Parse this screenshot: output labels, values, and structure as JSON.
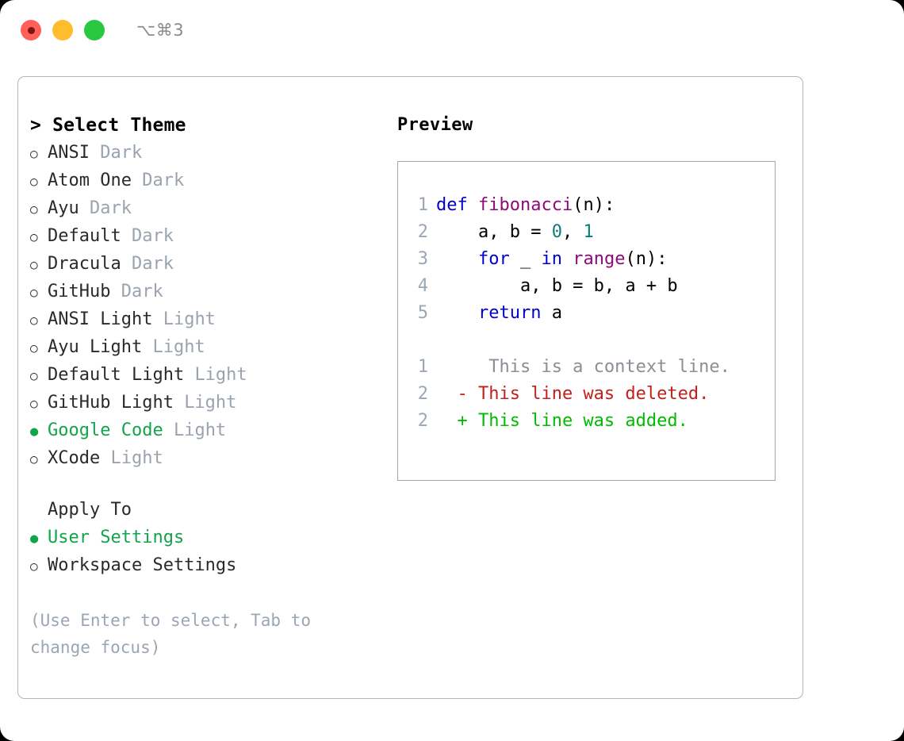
{
  "titlebar": {
    "shortcut": "⌥⌘3",
    "lights": [
      "close-red",
      "minimize-yellow",
      "maximize-green"
    ]
  },
  "theme_picker": {
    "header": "> Select Theme",
    "bullet_selected": "●",
    "bullet_unselected": "○",
    "options": [
      {
        "name": "ANSI",
        "kind": "Dark",
        "selected": false
      },
      {
        "name": "Atom One",
        "kind": "Dark",
        "selected": false
      },
      {
        "name": "Ayu",
        "kind": "Dark",
        "selected": false
      },
      {
        "name": "Default",
        "kind": "Dark",
        "selected": false
      },
      {
        "name": "Dracula",
        "kind": "Dark",
        "selected": false
      },
      {
        "name": "GitHub",
        "kind": "Dark",
        "selected": false
      },
      {
        "name": "ANSI Light",
        "kind": "Light",
        "selected": false
      },
      {
        "name": "Ayu Light",
        "kind": "Light",
        "selected": false
      },
      {
        "name": "Default Light",
        "kind": "Light",
        "selected": false
      },
      {
        "name": "GitHub Light",
        "kind": "Light",
        "selected": false
      },
      {
        "name": "Google Code",
        "kind": "Light",
        "selected": true
      },
      {
        "name": "XCode",
        "kind": "Light",
        "selected": false
      }
    ]
  },
  "apply_to": {
    "header": "Apply To",
    "options": [
      {
        "name": "User Settings",
        "selected": true
      },
      {
        "name": "Workspace Settings",
        "selected": false
      }
    ]
  },
  "hint": "(Use Enter to select, Tab to change focus)",
  "preview": {
    "title": "Preview",
    "code_lines": [
      {
        "no": "1",
        "tokens": [
          {
            "t": "def ",
            "c": "kw"
          },
          {
            "t": "fibonacci",
            "c": "fn"
          },
          {
            "t": "(n):",
            "c": "punc"
          }
        ]
      },
      {
        "no": "2",
        "tokens": [
          {
            "t": "    a, b = ",
            "c": "txt"
          },
          {
            "t": "0",
            "c": "num"
          },
          {
            "t": ", ",
            "c": "txt"
          },
          {
            "t": "1",
            "c": "num"
          }
        ]
      },
      {
        "no": "3",
        "tokens": [
          {
            "t": "    ",
            "c": "txt"
          },
          {
            "t": "for",
            "c": "kw"
          },
          {
            "t": " _ ",
            "c": "txt"
          },
          {
            "t": "in",
            "c": "kw"
          },
          {
            "t": " ",
            "c": "txt"
          },
          {
            "t": "range",
            "c": "fn"
          },
          {
            "t": "(n):",
            "c": "punc"
          }
        ]
      },
      {
        "no": "4",
        "tokens": [
          {
            "t": "        a, b = b, a + b",
            "c": "txt"
          }
        ]
      },
      {
        "no": "5",
        "tokens": [
          {
            "t": "    ",
            "c": "txt"
          },
          {
            "t": "return",
            "c": "kw"
          },
          {
            "t": " a",
            "c": "txt"
          }
        ]
      }
    ],
    "diff_lines": [
      {
        "no": "1",
        "marker": " ",
        "text": "  This is a context line.",
        "kind": "ctx"
      },
      {
        "no": "2",
        "marker": "-",
        "text": " This line was deleted.",
        "kind": "del"
      },
      {
        "no": "2",
        "marker": "+",
        "text": " This line was added.",
        "kind": "add"
      }
    ]
  },
  "colors": {
    "accent_green": "#12a44a",
    "muted": "#9aa3ae",
    "hint": "#9aa6b4",
    "keyword": "#0000d0",
    "function": "#8f0a78",
    "number": "#0b7d79",
    "diff_deleted": "#c2201b",
    "diff_added": "#00bb00",
    "border": "#aeb7c2"
  }
}
